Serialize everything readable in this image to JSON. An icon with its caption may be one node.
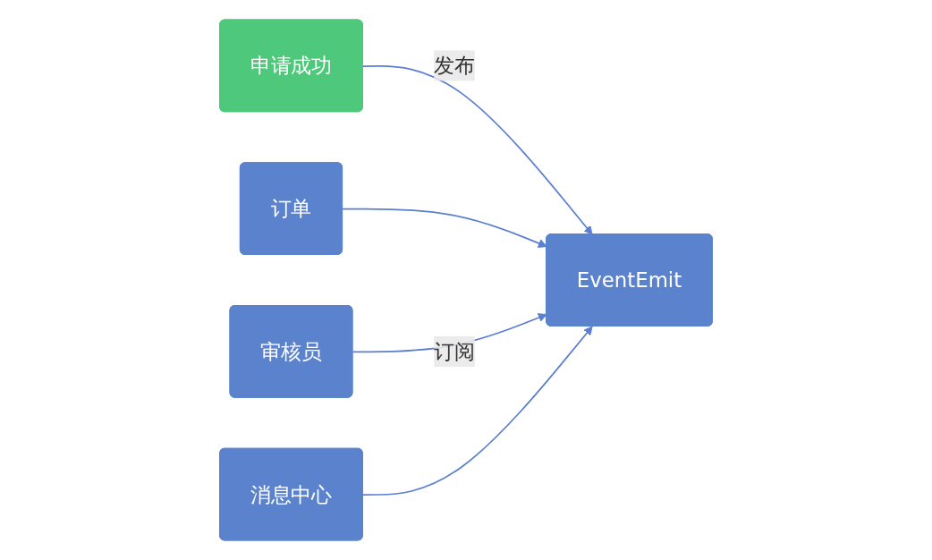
{
  "diagram": {
    "nodes": [
      {
        "text": [
          "申请成功"
        ]
      },
      {
        "text": [
          "EventEmit"
        ]
      },
      {
        "text": [
          "订单"
        ]
      },
      {
        "text": [
          "审核员"
        ]
      },
      {
        "text": [
          "消息中心"
        ]
      }
    ],
    "edges": [
      {
        "from": 0,
        "to": 1,
        "arrow": "to",
        "label": "发布"
      },
      {
        "from": 2,
        "to": 1,
        "arrow": "to"
      },
      {
        "from": 3,
        "to": 1,
        "arrow": "to",
        "label": "订阅"
      },
      {
        "from": 4,
        "to": 1,
        "arrow": "to"
      }
    ]
  }
}
